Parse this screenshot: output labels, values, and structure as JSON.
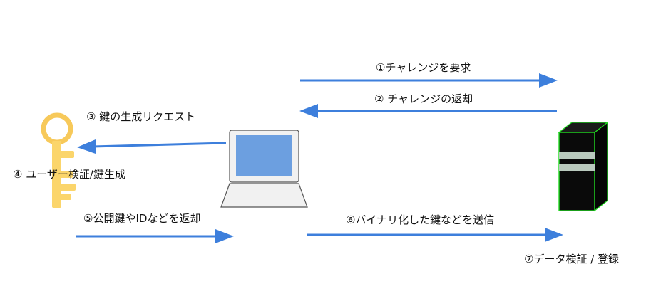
{
  "colors": {
    "arrow": "#3d7fdc",
    "key_fill": "#fbd56b",
    "key_ring": "#f7c95a",
    "laptop_screen": "#6c9fe0",
    "laptop_body": "#f1f1f1",
    "laptop_outline": "#555555",
    "server_body": "#0a0a0a",
    "server_edge": "#22dd22",
    "server_slot": "#b9c9bd"
  },
  "icons": {
    "key": "key-icon",
    "laptop": "laptop-icon",
    "server": "server-icon"
  },
  "steps": {
    "s1": "①チャレンジを要求",
    "s2": "② チャレンジの返却",
    "s3": "③ 鍵の生成リクエスト",
    "s4": "④ ユーザー検証/鍵生成",
    "s5": "⑤公開鍵やIDなどを返却",
    "s6": "⑥バイナリ化した鍵などを送信",
    "s7": "⑦データ検証 / 登録"
  }
}
